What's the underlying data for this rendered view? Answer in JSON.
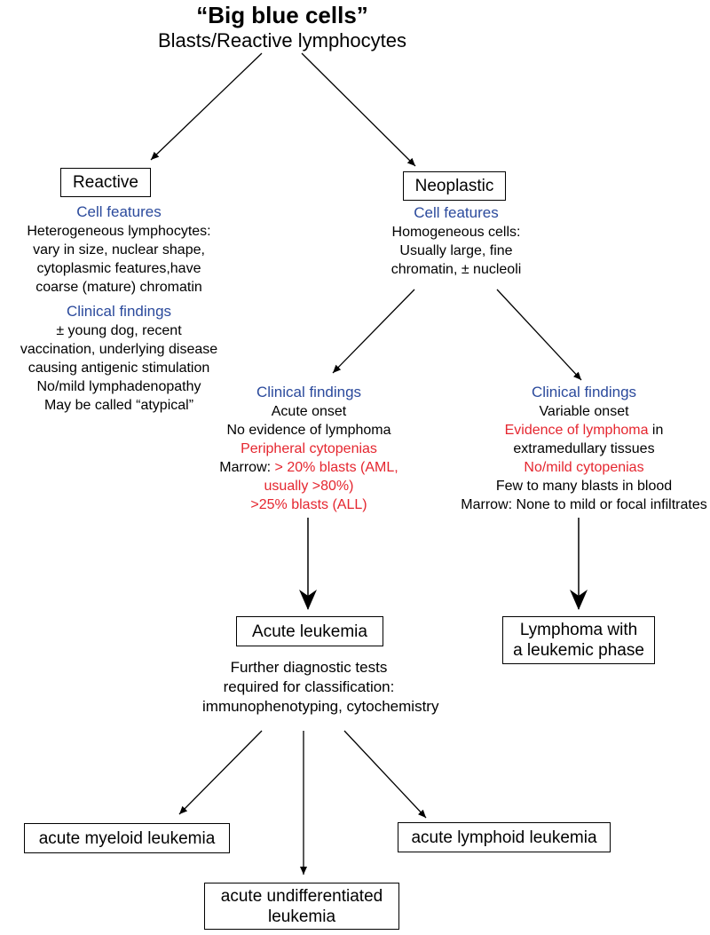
{
  "title": {
    "main": "“Big blue cells”",
    "sub": "Blasts/Reactive lymphocytes"
  },
  "reactive": {
    "box_label": "Reactive",
    "cell_features_heading": "Cell features",
    "cell_features_lines": [
      "Heterogeneous lymphocytes:",
      "vary in size, nuclear shape,",
      "cytoplasmic features,have",
      "coarse (mature) chromatin"
    ],
    "clinical_heading": "Clinical findings",
    "clinical_lines": [
      "± young dog, recent",
      "vaccination, underlying disease",
      "causing antigenic stimulation",
      "No/mild lymphadenopathy",
      "May be called “atypical”"
    ]
  },
  "neoplastic": {
    "box_label": "Neoplastic",
    "cell_features_heading": "Cell features",
    "cell_features_lines": [
      "Homogeneous cells:",
      "Usually large, fine",
      "chromatin, ± nucleoli"
    ]
  },
  "leukemia_branch": {
    "clinical_heading": "Clinical findings",
    "line1": "Acute onset",
    "line2": "No evidence of lymphoma",
    "line3": "Peripheral cytopenias",
    "marrow_prefix": "Marrow: ",
    "marrow_red1": "> 20% blasts (AML,",
    "marrow_red2": "usually >80%)",
    "marrow_red3": ">25% blasts (ALL)"
  },
  "lymphoma_branch": {
    "clinical_heading": "Clinical findings",
    "line1": "Variable onset",
    "line2_red": "Evidence of lymphoma",
    "line2_rest": " in",
    "line3": "extramedullary tissues",
    "line4_red": "No/mild cytopenias",
    "line5": "Few to many blasts in blood",
    "line6": "Marrow: None to mild or focal infiltrates"
  },
  "acute_leukemia": {
    "box_label": "Acute leukemia",
    "further_lines": [
      "Further diagnostic tests",
      "required for classification:",
      "immunophenotyping, cytochemistry"
    ]
  },
  "lymphoma_box": {
    "line1": "Lymphoma with",
    "line2": "a leukemic phase"
  },
  "outcomes": {
    "aml": "acute myeloid leukemia",
    "all": "acute lymphoid leukemia",
    "aul_line1": "acute undifferentiated",
    "aul_line2": "leukemia"
  },
  "colors": {
    "heading_blue": "#2b4a9c",
    "highlight_red": "#e5262f"
  }
}
